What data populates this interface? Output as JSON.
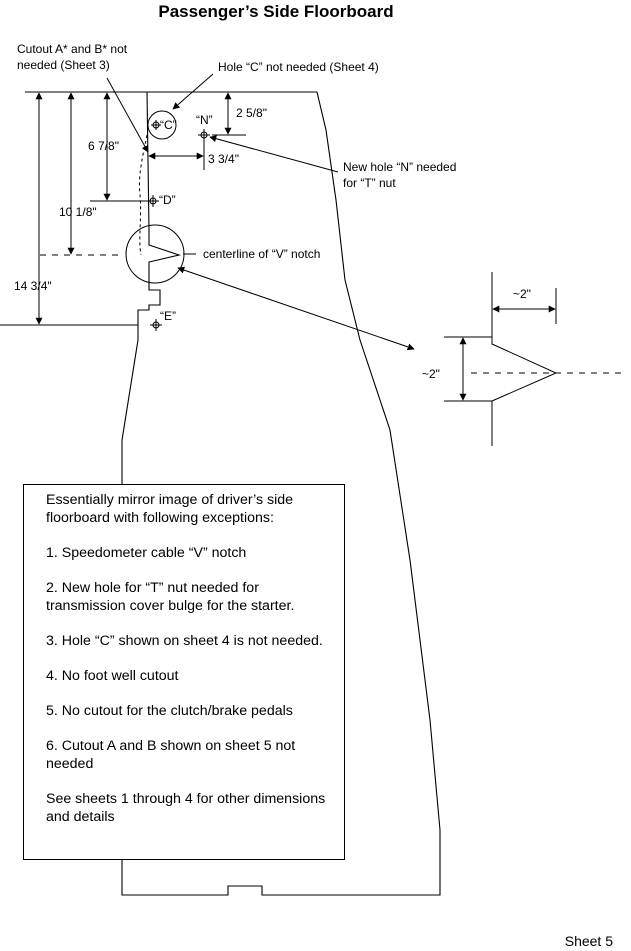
{
  "title": "Passenger’s Side Floorboard",
  "labels": {
    "cutout_note_1": "Cutout A* and B* not",
    "cutout_note_2": "needed (Sheet 3)",
    "hole_c_note": "Hole “C” not needed (Sheet 4)",
    "hole_n_note_1": "New hole “N” needed",
    "hole_n_note_2": "for “T” nut",
    "centerline_note": "centerline of “V” notch",
    "hole_c": "“C”",
    "hole_n": "“N”",
    "hole_d": "“D”",
    "hole_e": "“E”"
  },
  "dimensions": {
    "d_2_5_8": "2 5/8\"",
    "d_3_3_4": "3 3/4\"",
    "d_6_7_8": "6 7/8\"",
    "d_10_1_8": "10 1/8\"",
    "d_14_3_4": "14 3/4\"",
    "notch_width": "~2\"",
    "notch_height": "~2\""
  },
  "notes": {
    "intro": "Essentially mirror image of driver’s side floorboard with following exceptions:",
    "items": [
      "1.  Speedometer cable “V” notch",
      "2.  New hole for “T” nut needed for transmission cover bulge for the starter.",
      "3.  Hole “C” shown on sheet 4 is not needed.",
      "4.  No foot well cutout",
      "5.  No cutout for the clutch/brake pedals",
      "6.  Cutout A and B shown on sheet 5 not needed"
    ],
    "footer": "See sheets 1 through 4 for other dimensions and details"
  },
  "sheet_label": "Sheet 5"
}
